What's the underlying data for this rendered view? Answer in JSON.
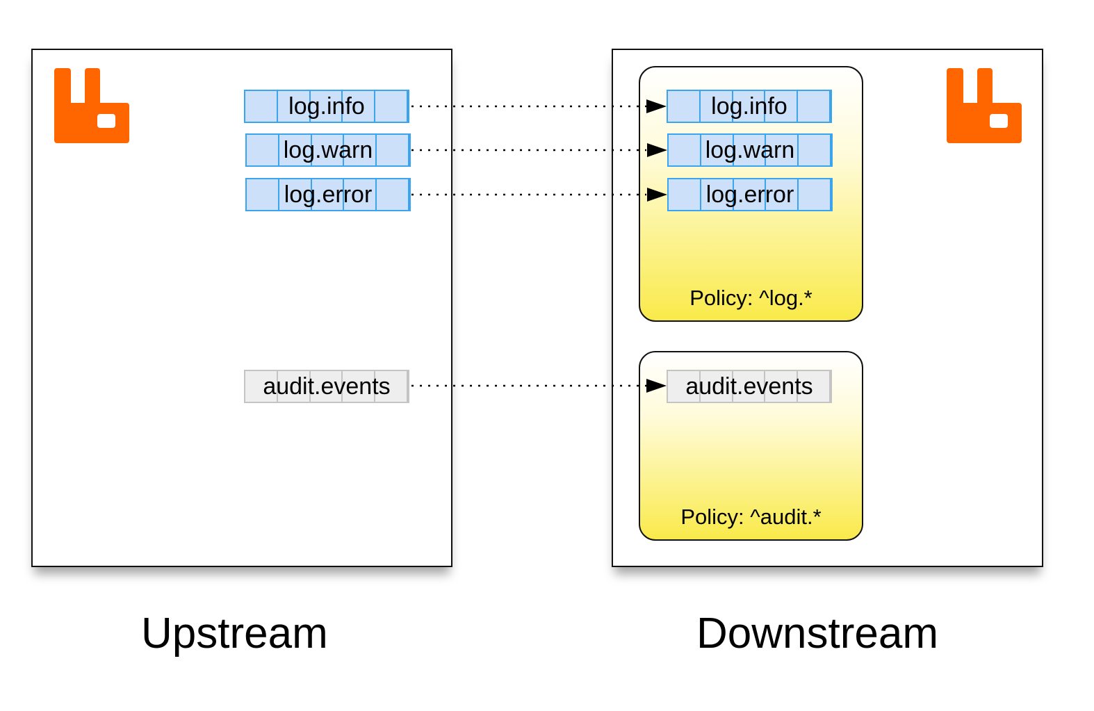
{
  "upstream": {
    "caption": "Upstream",
    "queues": [
      "log.info",
      "log.warn",
      "log.error",
      "audit.events"
    ]
  },
  "downstream": {
    "caption": "Downstream",
    "policies": [
      {
        "label": "Policy: ^log.*",
        "queues": [
          "log.info",
          "log.warn",
          "log.error"
        ]
      },
      {
        "label": "Policy: ^audit.*",
        "queues": [
          "audit.events"
        ]
      }
    ]
  },
  "colors": {
    "logo": "#ff6600",
    "queue_matched": "#cce0fa",
    "queue_matched_border": "#3aa5ee",
    "queue_other": "#eeeeee",
    "policy_fill": "#f9ea4a"
  },
  "icons": {
    "broker_logo": "rabbitmq-logo-icon"
  }
}
